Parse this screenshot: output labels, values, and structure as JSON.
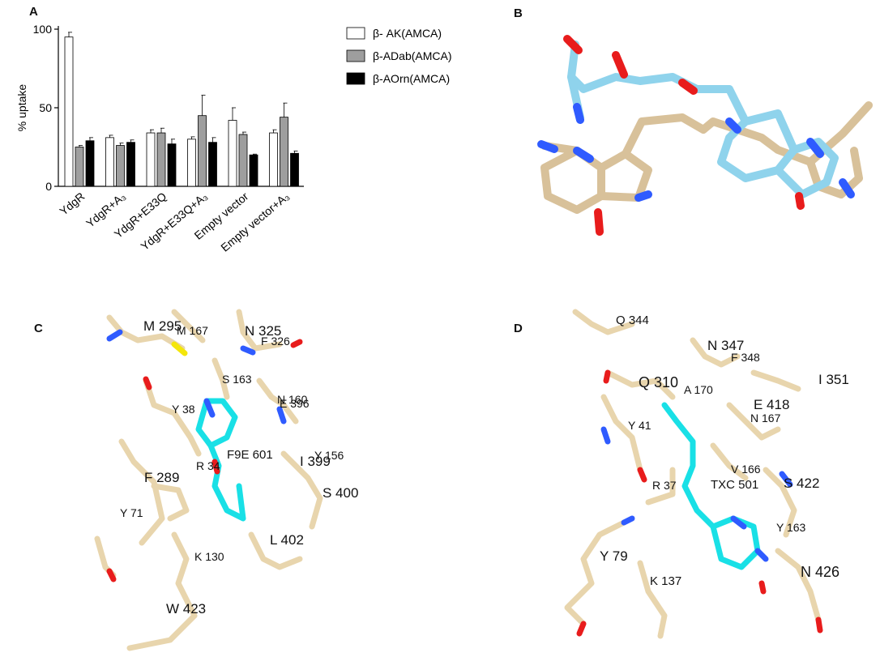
{
  "panels": {
    "A": "A",
    "B": "B",
    "C": "C",
    "D": "D"
  },
  "chart_data": {
    "type": "bar",
    "ylabel": "% uptake",
    "ylim": [
      0,
      100
    ],
    "yticks": [
      "0",
      "50",
      "100"
    ],
    "categories": [
      "YdgR",
      "YdgR+A₃",
      "YdgR+E33Q",
      "YdgR+E33Q+A₃",
      "Empty vector",
      "Empty vector+A₃"
    ],
    "series": [
      {
        "name": "β- AK(AMCA)",
        "color": "#ffffff",
        "values": [
          95,
          31,
          34,
          30,
          42,
          34
        ],
        "errors": [
          3,
          1.5,
          2,
          1.5,
          8,
          2
        ]
      },
      {
        "name": "β-ADab(AMCA)",
        "color": "#9e9e9e",
        "values": [
          25,
          26,
          34,
          45,
          33,
          44
        ],
        "errors": [
          1,
          1.5,
          3,
          13,
          1.5,
          9
        ]
      },
      {
        "name": "β-AOrn(AMCA)",
        "color": "#000000",
        "values": [
          29,
          28,
          27,
          28,
          20,
          21
        ],
        "errors": [
          2,
          1.5,
          3,
          3,
          0.5,
          1.5
        ]
      }
    ],
    "legend_position": "top-right"
  },
  "panel_c_labels": [
    "M 295",
    "M 167",
    "N 325",
    "F 326",
    "S 163",
    "Y 38",
    "N 160",
    "E 396",
    "F9E 601",
    "Y 156",
    "I 399",
    "R 34",
    "F 289",
    "S 400",
    "Y 71",
    "L 402",
    "K 130",
    "W 423"
  ],
  "panel_d_labels": [
    "Q 344",
    "N 347",
    "F 348",
    "Q 310",
    "A 170",
    "I 351",
    "E 418",
    "N 167",
    "Y 41",
    "V 166",
    "R 37",
    "TXC 501",
    "S 422",
    "Y 163",
    "Y 79",
    "K 137",
    "N 426"
  ]
}
